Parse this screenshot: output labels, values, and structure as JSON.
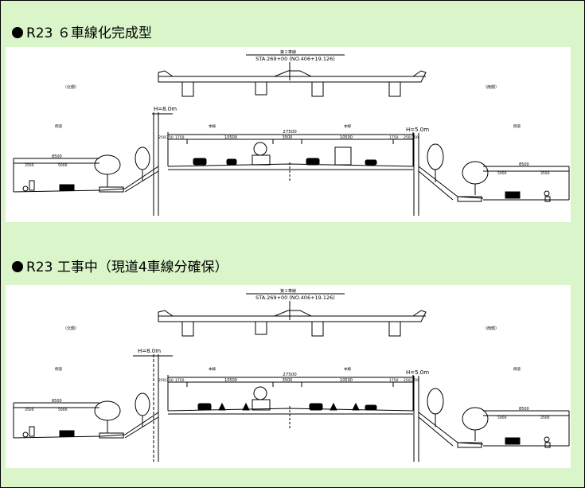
{
  "section1": {
    "title": "R23 ６車線化完成型",
    "drawing": {
      "title": "第２車線",
      "station": "STA.269+00 (NO.406+19.126)",
      "left_label": "（北側）",
      "right_label": "（南側）",
      "h_left": "H=8.0m",
      "h_right": "H=5.0m",
      "total_width": "27500",
      "left_lanes": "10500",
      "median": "3500",
      "right_lanes": "10500",
      "shoulder": "1750",
      "edge_dims": "250|750",
      "left_frontage": "8500",
      "left_split_a": "3500",
      "left_split_b": "5000",
      "right_frontage": "8500",
      "right_split_a": "5000",
      "right_split_b": "3500",
      "left_side_road": "側道",
      "left_main_road": "本線",
      "right_main_road": "本線",
      "right_side_road": "側道"
    }
  },
  "section2": {
    "title": "R23 工事中（現道4車線分確保）",
    "drawing": {
      "title": "第２車線",
      "station": "STA.269+00 (NO.406+19.126)",
      "left_label": "（北側）",
      "right_label": "（南側）",
      "h_left": "H=8.0m",
      "h_right": "H=5.0m",
      "total_width": "27500",
      "left_lanes": "10500",
      "median": "3500",
      "right_lanes": "10500",
      "shoulder": "1750",
      "edge_dims": "250|750",
      "left_frontage": "8500",
      "left_split_a": "3500",
      "left_split_b": "5000",
      "right_frontage": "8500",
      "right_split_a": "5000",
      "right_split_b": "3500",
      "left_side_road": "側道",
      "left_main_road": "本線",
      "right_main_road": "本線",
      "right_side_road": "側道"
    }
  }
}
